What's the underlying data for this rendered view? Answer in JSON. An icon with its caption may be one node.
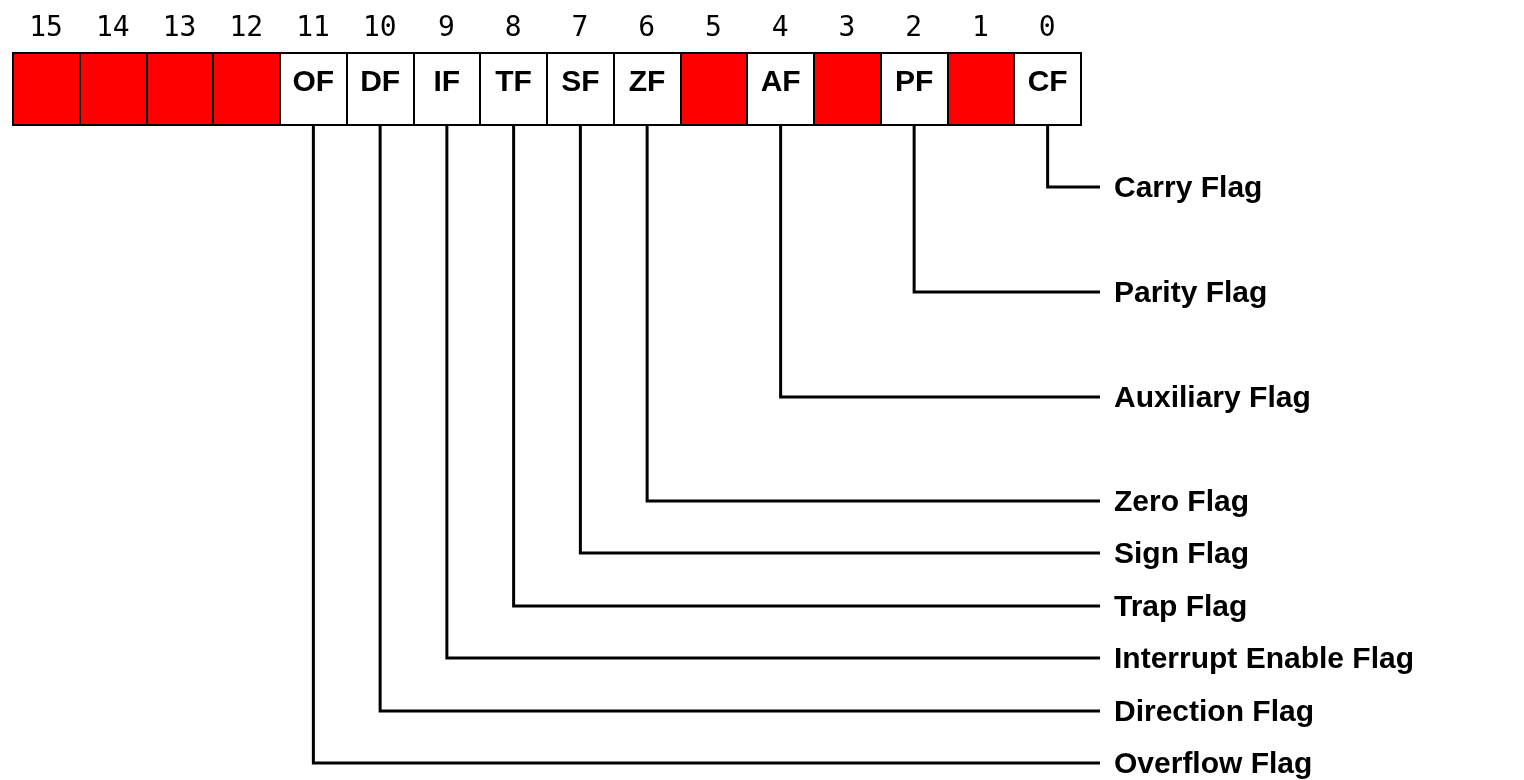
{
  "diagram": {
    "nodes": [
      {
        "text": [],
        "shape": "box"
      },
      {
        "text": [],
        "shape": "box"
      },
      {
        "text": [],
        "shape": "box"
      },
      {
        "text": [],
        "shape": "box"
      },
      {
        "text": [
          "OF"
        ]
      },
      {
        "text": [
          "DF"
        ]
      },
      {
        "text": [
          "IF"
        ]
      },
      {
        "text": [
          "TF"
        ]
      },
      {
        "text": [
          "SF"
        ]
      },
      {
        "text": [
          "ZF"
        ]
      },
      {
        "text": [],
        "shape": "box"
      },
      {
        "text": [
          "AF"
        ]
      },
      {
        "text": [],
        "shape": "box"
      },
      {
        "text": [
          "PF"
        ]
      },
      {
        "text": [],
        "shape": "box"
      },
      {
        "text": [
          "CF"
        ]
      },
      {
        "text": [
          "Carry Flag"
        ]
      },
      {
        "text": [
          "Parity Flag"
        ]
      },
      {
        "text": [
          "Auxiliary Flag"
        ]
      },
      {
        "text": [
          "Zero Flag"
        ]
      },
      {
        "text": [
          "Sign Flag"
        ]
      },
      {
        "text": [
          "Trap Flag"
        ]
      },
      {
        "text": [
          "Interrupt Enable Flag"
        ]
      },
      {
        "text": [
          "Direction Flag"
        ]
      },
      {
        "text": [
          "Overflow Flag"
        ]
      }
    ],
    "edges": [
      {
        "from": 15,
        "to": 16,
        "arrow": "none"
      },
      {
        "from": 13,
        "to": 17,
        "arrow": "none"
      },
      {
        "from": 11,
        "to": 18,
        "arrow": "none"
      },
      {
        "from": 9,
        "to": 19,
        "arrow": "none"
      },
      {
        "from": 8,
        "to": 20,
        "arrow": "none"
      },
      {
        "from": 7,
        "to": 21,
        "arrow": "none"
      },
      {
        "from": 6,
        "to": 22,
        "arrow": "none"
      },
      {
        "from": 5,
        "to": 23,
        "arrow": "none"
      },
      {
        "from": 4,
        "to": 24,
        "arrow": "none"
      }
    ],
    "labels": [
      "15",
      "14",
      "13",
      "12",
      "11",
      "10",
      "9",
      "8",
      "7",
      "6",
      "5",
      "4",
      "3",
      "2",
      "1",
      "0"
    ]
  }
}
